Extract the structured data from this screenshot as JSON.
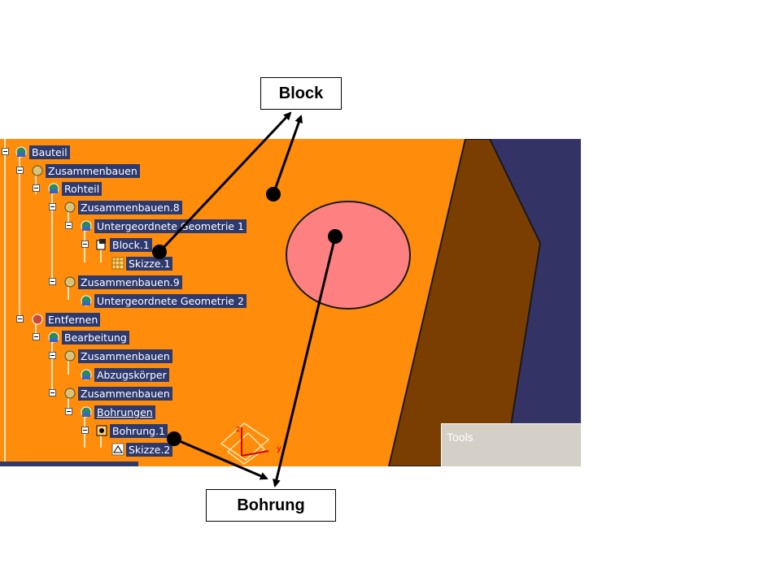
{
  "callouts": {
    "block": "Block",
    "bohrung": "Bohrung"
  },
  "tree": {
    "nodes": [
      {
        "label": "Bauteil"
      },
      {
        "label": "Zusammenbauen"
      },
      {
        "label": "Rohteil"
      },
      {
        "label": "Zusammenbauen.8"
      },
      {
        "label": "Untergeordnete Geometrie 1"
      },
      {
        "label": "Block.1"
      },
      {
        "label": "Skizze.1"
      },
      {
        "label": "Zusammenbauen.9"
      },
      {
        "label": "Untergeordnete Geometrie 2"
      },
      {
        "label": "Entfernen"
      },
      {
        "label": "Bearbeitung"
      },
      {
        "label": "Zusammenbauen"
      },
      {
        "label": "Abzugskörper"
      },
      {
        "label": "Zusammenbauen"
      },
      {
        "label": "Bohrungen"
      },
      {
        "label": "Bohrung.1"
      },
      {
        "label": "Skizze.2"
      }
    ]
  },
  "tools_panel": {
    "title": "Tools"
  },
  "colors": {
    "face": "#ff8c0a",
    "side": "#7a3e00",
    "background": "#333366",
    "hole": "#ff8080",
    "label_bg": "#2e3a6e"
  }
}
